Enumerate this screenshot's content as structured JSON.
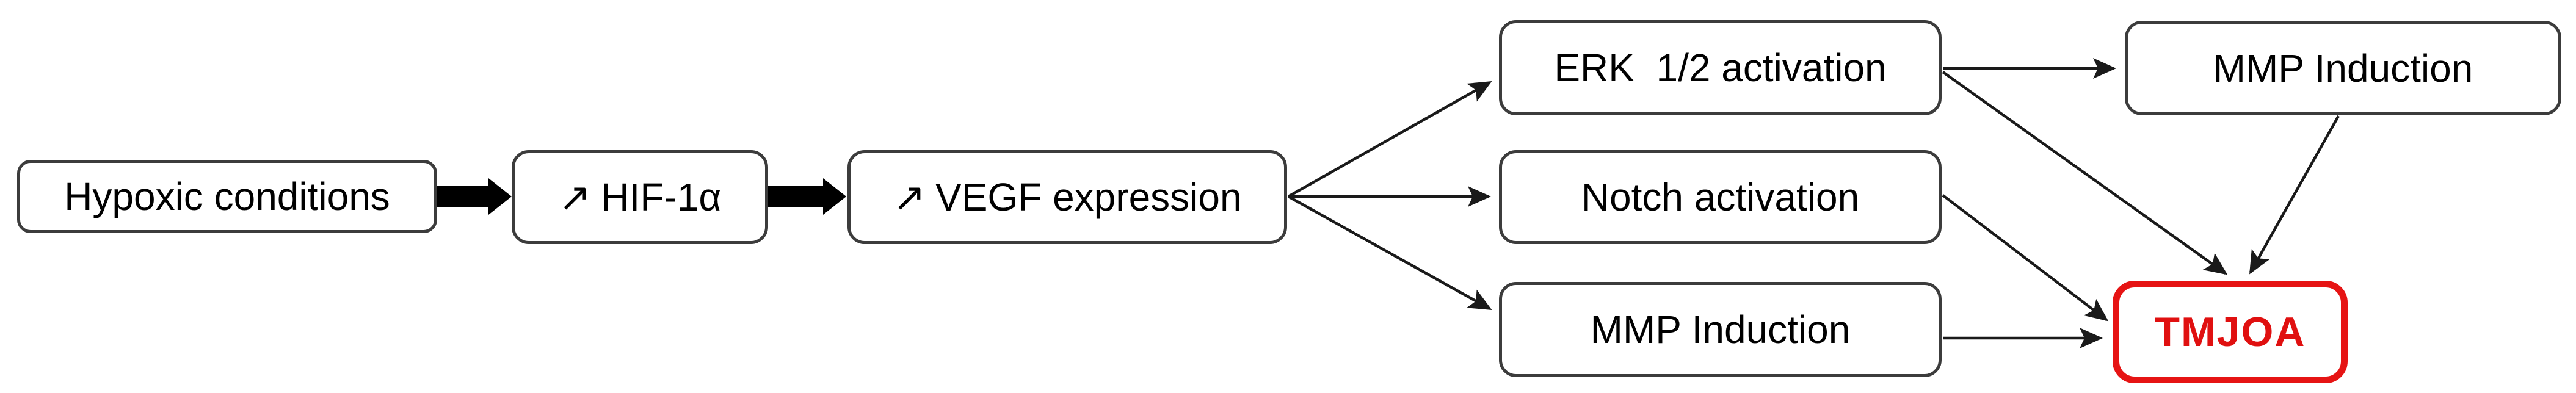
{
  "diagram": {
    "type": "flowchart",
    "description_visible_text_only": true
  },
  "colors": {
    "background": "#ffffff",
    "box_border": "#3c3c3c",
    "box_fill": "#ffffff",
    "text": "#000000",
    "edge": "#1a1a1a",
    "block_arrow": "#000000",
    "highlight_border": "#e61414",
    "highlight_text": "#e01010"
  },
  "nodes": {
    "hypoxic": {
      "label": "Hypoxic conditions"
    },
    "hif": {
      "icon": "↗",
      "label": "HIF-1α"
    },
    "vegf": {
      "icon": "↗",
      "label": "VEGF expression"
    },
    "erk": {
      "label": "ERK  1/2 activation"
    },
    "notch": {
      "label": "Notch activation"
    },
    "mmp_mid": {
      "label": "MMP Induction"
    },
    "mmp_top": {
      "label": "MMP Induction"
    },
    "tmjoa": {
      "label": "TMJOA"
    }
  },
  "edges": [
    {
      "from": "hypoxic",
      "to": "hif",
      "style": "thick-block-arrow"
    },
    {
      "from": "hif",
      "to": "vegf",
      "style": "thick-block-arrow"
    },
    {
      "from": "vegf",
      "to": "erk",
      "style": "thin-arrow"
    },
    {
      "from": "vegf",
      "to": "notch",
      "style": "thin-arrow"
    },
    {
      "from": "vegf",
      "to": "mmp_mid",
      "style": "thin-arrow"
    },
    {
      "from": "erk",
      "to": "mmp_top",
      "style": "thin-arrow"
    },
    {
      "from": "erk",
      "to": "tmjoa",
      "style": "thin-arrow"
    },
    {
      "from": "mmp_top",
      "to": "tmjoa",
      "style": "thin-arrow"
    },
    {
      "from": "notch",
      "to": "tmjoa",
      "style": "thin-arrow"
    },
    {
      "from": "mmp_mid",
      "to": "tmjoa",
      "style": "thin-arrow"
    }
  ]
}
